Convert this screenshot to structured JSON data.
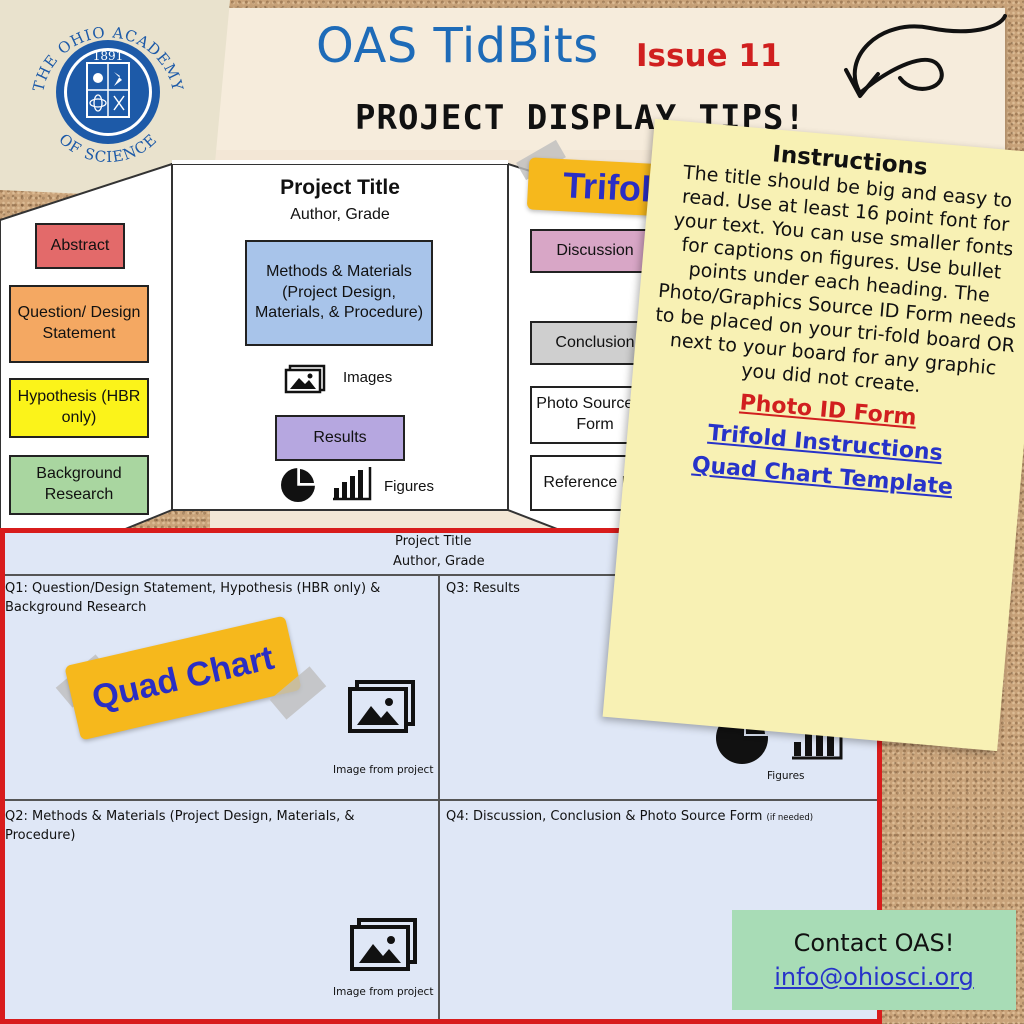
{
  "header": {
    "title": "OAS TidBits",
    "issue": "Issue 11",
    "subtitle": "PROJECT DISPLAY TIPS!"
  },
  "logo": {
    "ring_text_top": "THE OHIO ACADEMY",
    "ring_text_bottom": "OF SCIENCE",
    "year": "1891",
    "colors": {
      "primary": "#1d5aa8"
    }
  },
  "trifold": {
    "tag": "Trifold",
    "center": {
      "title": "Project Title",
      "author": "Author, Grade",
      "methods": "Methods & Materials (Project Design, Materials, & Procedure)",
      "images_caption": "Images",
      "results": "Results",
      "figures_caption": "Figures"
    },
    "left": {
      "abstract": "Abstract",
      "question": "Question/ Design Statement",
      "hypothesis": "Hypothesis (HBR only)",
      "background": "Background Research"
    },
    "right": {
      "discussion": "Discussion",
      "conclusion": "Conclusion",
      "photo_source": "Photo Source ID Form",
      "reference": "Reference List"
    },
    "colors": {
      "abstract": "#e36a6a",
      "question": "#f4a862",
      "hypothesis": "#fbf31a",
      "background": "#a9d6a0",
      "methods": "#a8c4ea",
      "results": "#b6a7e0",
      "discussion": "#d8a6c6",
      "conclusion": "#cfcfcf"
    }
  },
  "quad_chart": {
    "tag": "Quad Chart",
    "title": "Project Title",
    "author": "Author, Grade",
    "q1": "Q1: Question/Design Statement, Hypothesis (HBR only) & Background Research",
    "q2": "Q2: Methods & Materials (Project Design, Materials, & Procedure)",
    "q3": "Q3: Results",
    "q4": "Q4: Discussion, Conclusion & Photo Source Form",
    "q4_note": "(if needed)",
    "image_caption_q1": "Image from project",
    "image_caption_q2": "Image from project",
    "figures_caption": "Figures"
  },
  "instructions": {
    "title": "Instructions",
    "body": "The title should be big and easy to read. Use at least 16 point font for your text. You can use smaller fonts for captions on figures. Use bullet points under each heading. The Photo/Graphics Source ID Form needs to be placed on your tri-fold board OR next to your board for any graphic you did not create.",
    "links": {
      "photo_id": "Photo ID Form",
      "trifold": "Trifold Instructions",
      "quad": "Quad Chart Template"
    }
  },
  "contact": {
    "title": "Contact OAS!",
    "email": "info@ohiosci.org"
  }
}
